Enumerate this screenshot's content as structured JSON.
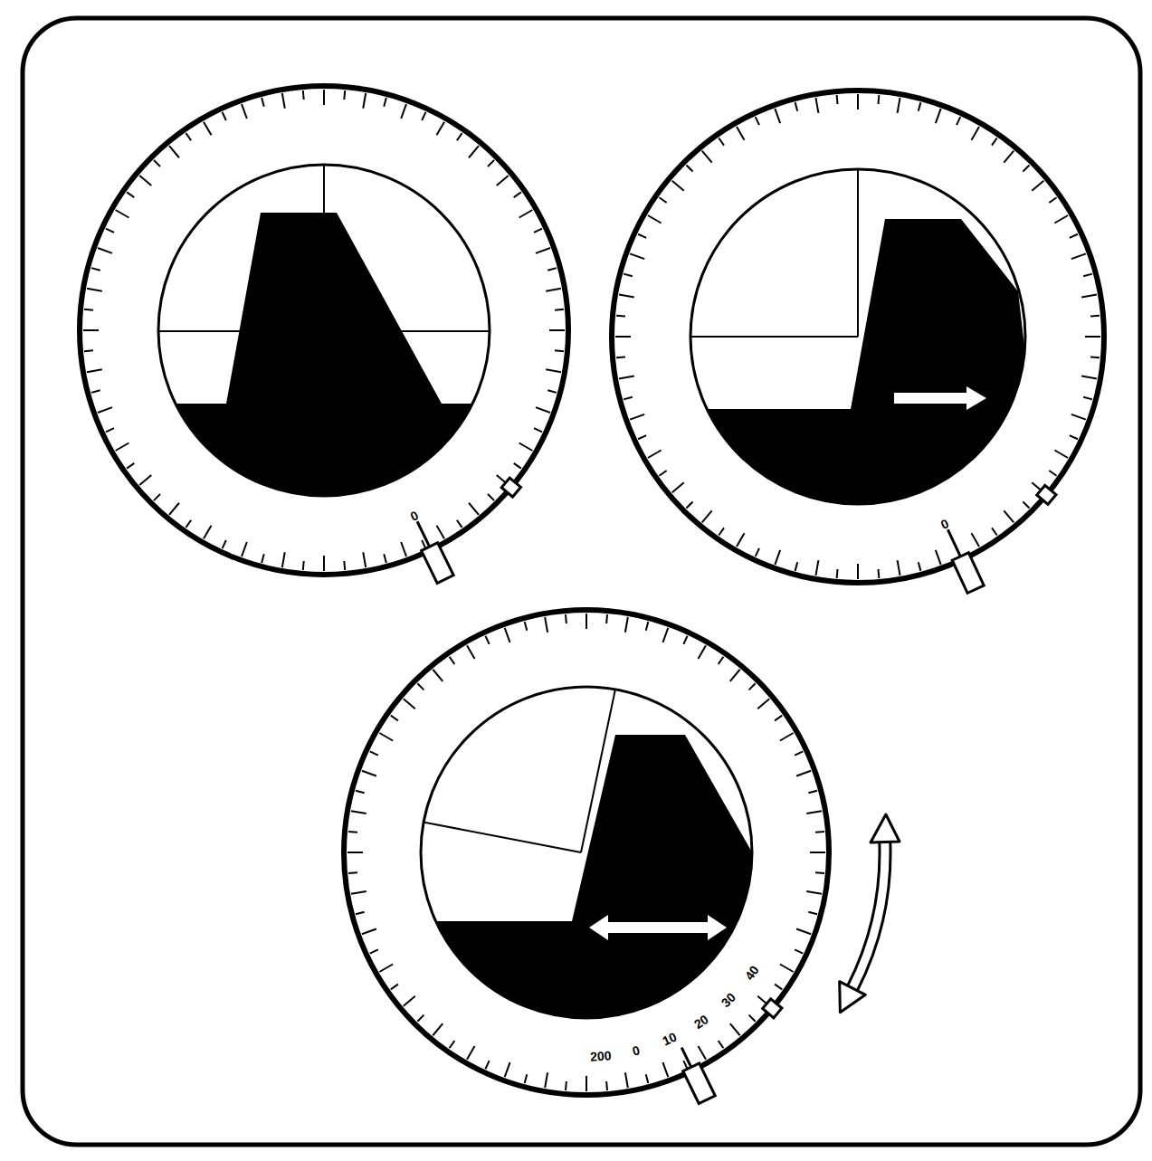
{
  "diagram": {
    "labels": [
      "0",
      "0",
      "200",
      "0",
      "10",
      "20",
      "30",
      "40"
    ]
  }
}
